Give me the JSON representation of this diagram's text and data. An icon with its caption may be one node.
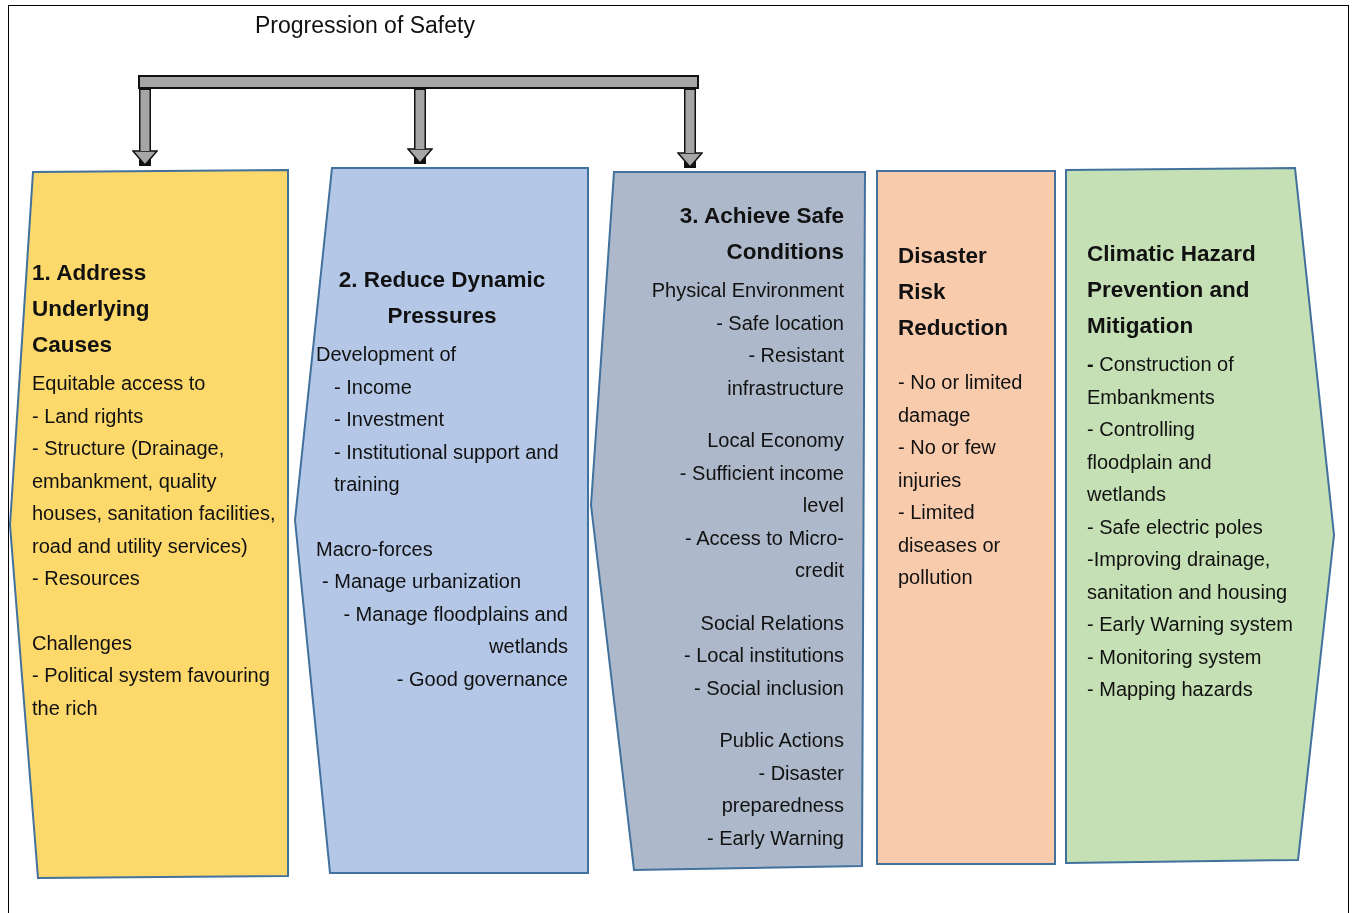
{
  "diagram": {
    "title": "Progression of Safety",
    "nodes": [
      {
        "text": [
          "1. Address Underlying Causes",
          "Equitable access to",
          "- Land rights",
          "- Structure (Drainage, embankment, quality houses, sanitation facilities, road and utility services)",
          "- Resources",
          "Challenges",
          "- Political system favouring the rich"
        ]
      },
      {
        "text": [
          "2. Reduce Dynamic Pressures",
          "Development of",
          "- Income",
          "- Investment",
          "- Institutional support and training",
          "Macro-forces",
          "- Manage urbanization",
          "- Manage floodplains and wetlands",
          "- Good governance"
        ]
      },
      {
        "text": [
          "3. Achieve Safe Conditions",
          "Physical Environment",
          "- Safe location",
          "- Resistant infrastructure",
          "Local Economy",
          "- Sufficient income level",
          "- Access to Micro-credit",
          "Social Relations",
          "- Local institutions",
          "- Social inclusion",
          "Public Actions",
          "- Disaster preparedness",
          "- Early Warning"
        ]
      },
      {
        "text": [
          "Disaster Risk Reduction",
          "- No or limited damage",
          "- No or few injuries",
          "- Limited diseases or pollution"
        ]
      },
      {
        "text": [
          "Climatic Hazard Prevention and Mitigation",
          "**-** Construction of Embankments",
          "- Controlling floodplain and wetlands",
          "- Safe electric poles",
          "-Improving drainage, sanitation and housing",
          "- Early Warning system",
          "- Monitoring system",
          "- Mapping hazards"
        ]
      },
      {
        "text": [],
        "shape": "bar"
      }
    ],
    "edges": [
      {
        "from": 5,
        "to": 0,
        "arrow": "to"
      },
      {
        "from": 5,
        "to": 1,
        "arrow": "to"
      },
      {
        "from": 5,
        "to": 2,
        "arrow": "to"
      }
    ]
  }
}
